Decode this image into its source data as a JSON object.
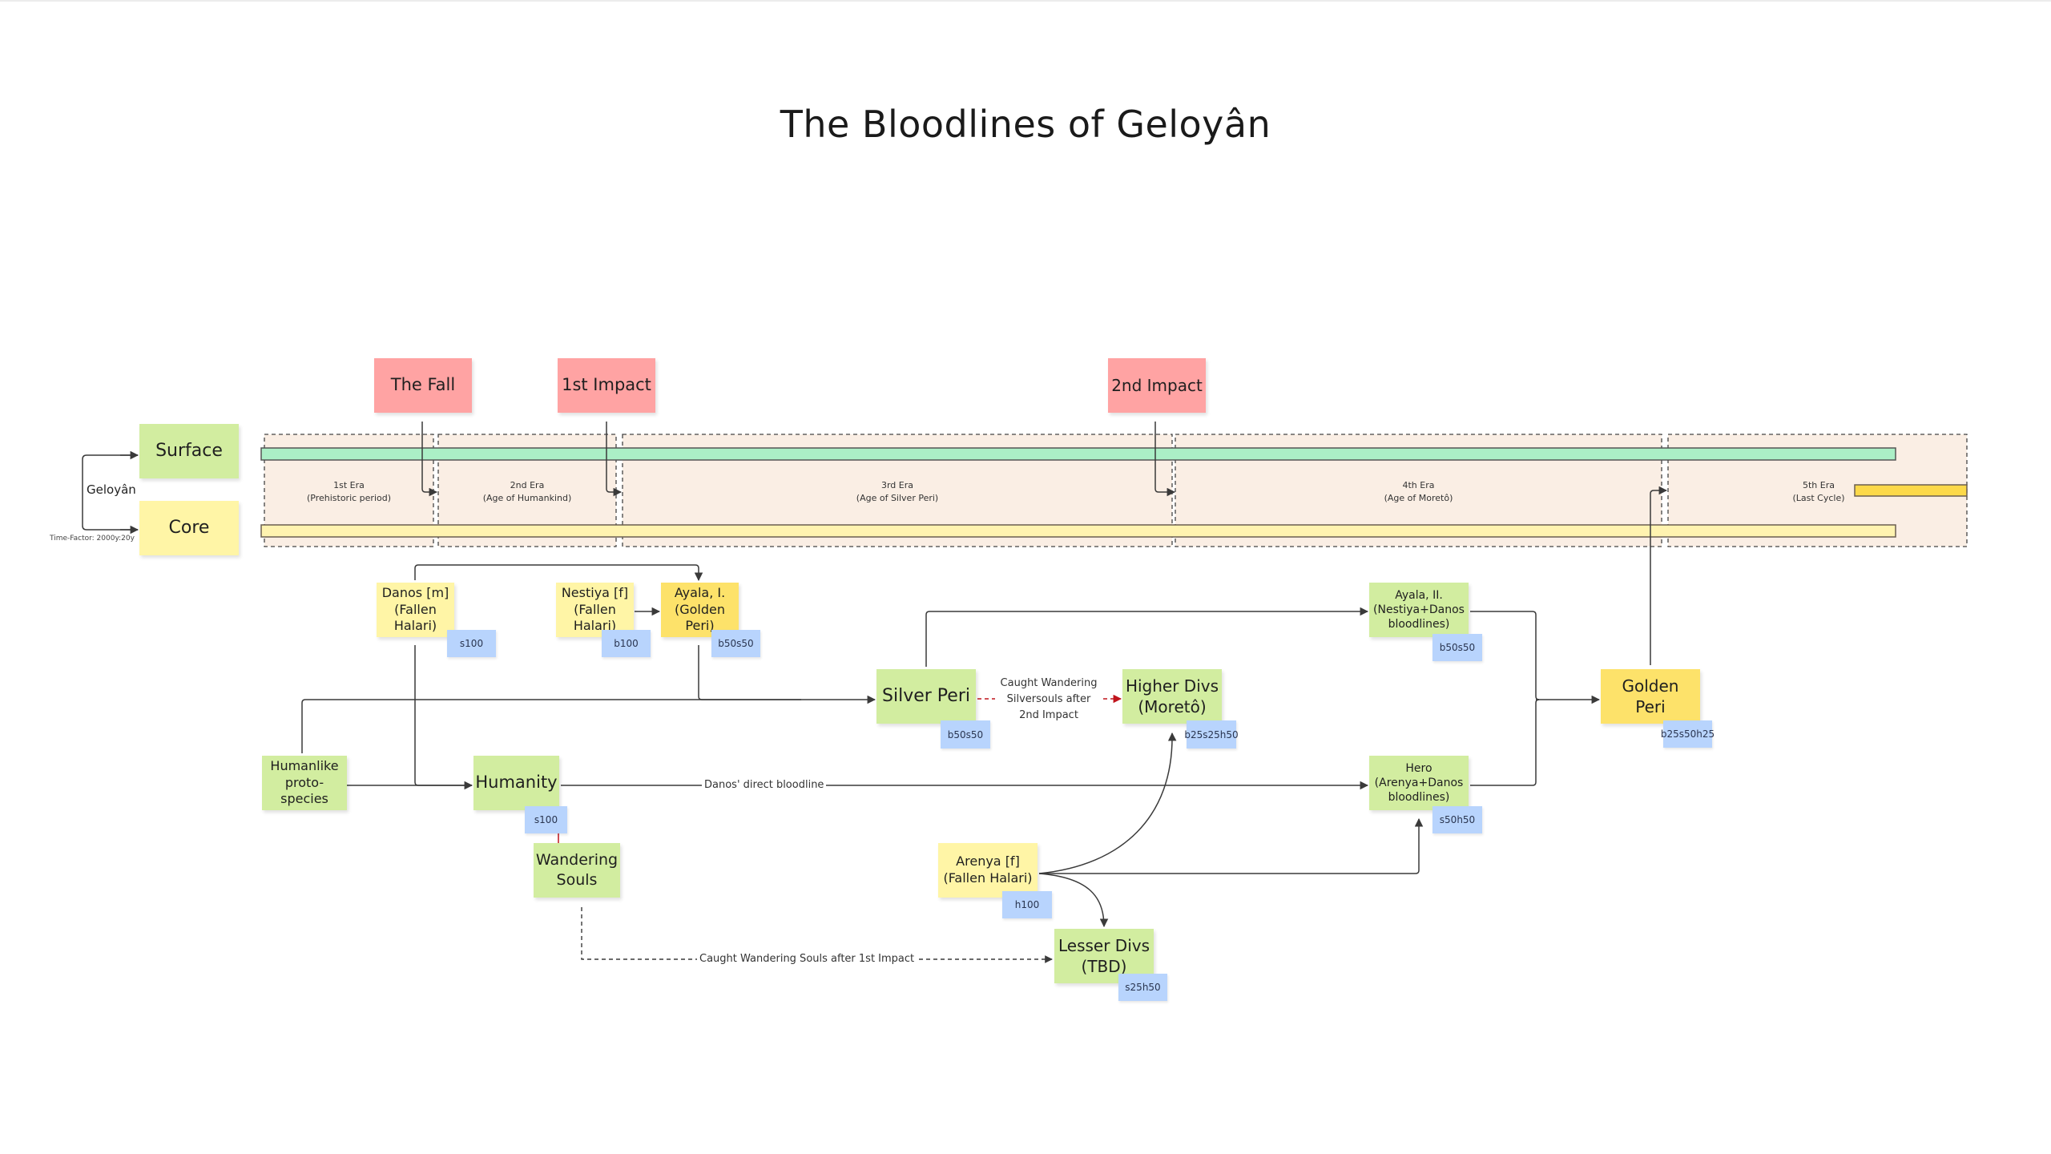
{
  "title": "The Bloodlines of Geloyân",
  "legend": {
    "root_label": "Geloyân",
    "time_factor": "Time-Factor: 2000y:20y",
    "layers": [
      {
        "id": "surface",
        "label": "Surface",
        "color": "#d2eda0"
      },
      {
        "id": "core",
        "label": "Core",
        "color": "#fff5a6"
      }
    ]
  },
  "events": [
    {
      "id": "fall",
      "label": "The Fall"
    },
    {
      "id": "impact1",
      "label": "1st Impact"
    },
    {
      "id": "impact2",
      "label": "2nd Impact"
    }
  ],
  "eras": [
    {
      "id": "era1",
      "label": "1st Era\n(Prehistoric period)"
    },
    {
      "id": "era2",
      "label": "2nd Era\n(Age of Humankind)"
    },
    {
      "id": "era3",
      "label": "3rd Era\n(Age of Silver Peri)"
    },
    {
      "id": "era4",
      "label": "4th Era\n(Age of Moretô)"
    },
    {
      "id": "era5",
      "label": "5th Era\n(Last Cycle)"
    }
  ],
  "timeline_colors": {
    "surface_bar": "#abefc6",
    "core_bar": "#fff3b0",
    "last_cycle_bar": "#fcd94a",
    "era_fill": "#faeee4"
  },
  "nodes": [
    {
      "id": "danos",
      "label": "Danos [m]\n(Fallen Halari)",
      "tag": "s100",
      "color": "yellow"
    },
    {
      "id": "nestiya",
      "label": "Nestiya [f]\n(Fallen Halari)",
      "tag": "b100",
      "color": "yellow"
    },
    {
      "id": "ayala1",
      "label": "Ayala, I.\n(Golden Peri)",
      "tag": "b50s50",
      "color": "gold"
    },
    {
      "id": "humanlike",
      "label": "Humanlike\nproto-species",
      "tag": "",
      "color": "green"
    },
    {
      "id": "humanity",
      "label": "Humanity",
      "tag": "s100",
      "color": "green"
    },
    {
      "id": "wandering",
      "label": "Wandering\nSouls",
      "tag": "",
      "color": "green"
    },
    {
      "id": "silverperi",
      "label": "Silver Peri",
      "tag": "b50s50",
      "color": "green"
    },
    {
      "id": "higherdivs",
      "label": "Higher Divs\n(Moretô)",
      "tag": "b25s25h50",
      "color": "green"
    },
    {
      "id": "arenya",
      "label": "Arenya [f]\n(Fallen Halari)",
      "tag": "h100",
      "color": "yellow"
    },
    {
      "id": "lesserdivs",
      "label": "Lesser Divs\n(TBD)",
      "tag": "s25h50",
      "color": "green"
    },
    {
      "id": "ayala2",
      "label": "Ayala, II.\n(Nestiya+Danos\nbloodlines)",
      "tag": "b50s50",
      "color": "green"
    },
    {
      "id": "hero",
      "label": "Hero\n(Arenya+Danos\nbloodlines)",
      "tag": "s50h50",
      "color": "green"
    },
    {
      "id": "goldenperi",
      "label": "Golden\nPeri",
      "tag": "b25s50h25",
      "color": "gold"
    }
  ],
  "edge_labels": {
    "danos_bloodline": "Danos' direct bloodline",
    "silversouls": "Caught Wandering\nSilversouls after\n2nd Impact",
    "wandering_souls": "Caught Wandering Souls after 1st Impact"
  },
  "edge_colors": {
    "default": "#3a3a3a",
    "highlight": "#c0141c"
  }
}
